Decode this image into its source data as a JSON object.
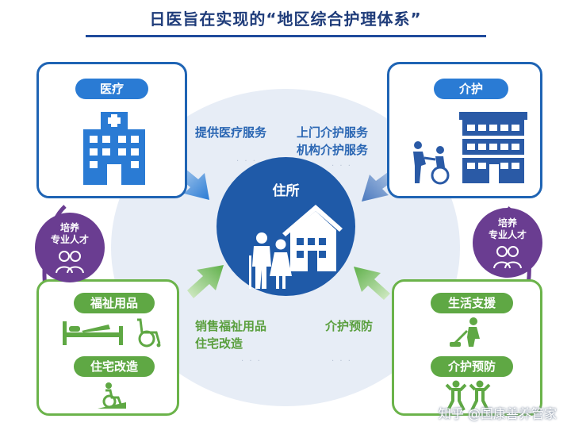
{
  "title": "日医旨在实现的“地区综合护理体系”",
  "center": {
    "label": "住所"
  },
  "cards": {
    "medical": {
      "label": "医疗"
    },
    "care": {
      "label": "介护"
    },
    "welfare": {
      "label_top": "福祉用品",
      "label_bottom": "住宅改造"
    },
    "life": {
      "label_top": "生活支援",
      "label_bottom": "介护预防"
    }
  },
  "services": {
    "medical": [
      "提供医疗服务"
    ],
    "care": [
      "上门介护服务",
      "机构介护服务"
    ],
    "welfare": [
      "销售福祉用品",
      "住宅改造"
    ],
    "prevention": [
      "介护预防"
    ]
  },
  "talent": {
    "line1": "培养",
    "line2": "专业人才"
  },
  "watermark": "知乎 @国康善养管家",
  "colors": {
    "blue": "#1f64b4",
    "green": "#6bb34a",
    "purple": "#6a3d91",
    "navy": "#1f5aa8"
  }
}
